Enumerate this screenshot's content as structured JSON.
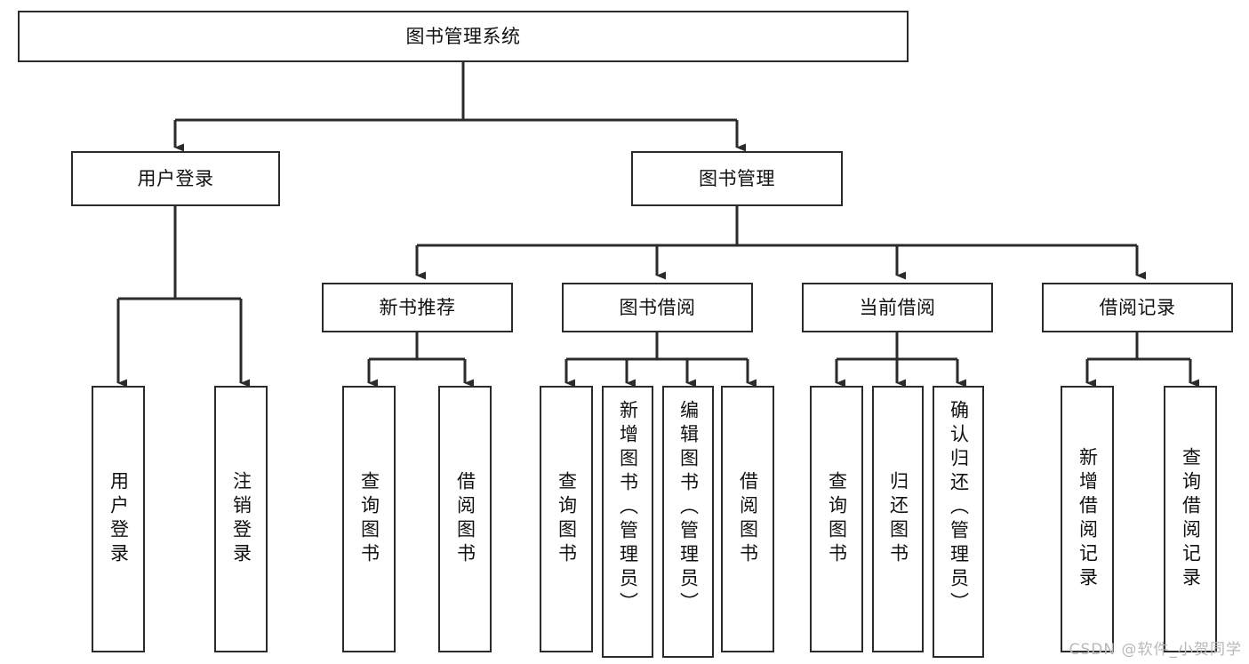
{
  "diagram": {
    "title": "图书管理系统",
    "type": "tree-hierarchy",
    "root": {
      "label": "图书管理系统"
    },
    "level2": [
      {
        "label": "用户登录"
      },
      {
        "label": "图书管理"
      }
    ],
    "level3": [
      {
        "label": "新书推荐"
      },
      {
        "label": "图书借阅"
      },
      {
        "label": "当前借阅"
      },
      {
        "label": "借阅记录"
      }
    ],
    "leaves": {
      "user_login": [
        {
          "label": "用户登录"
        },
        {
          "label": "注销登录"
        }
      ],
      "new_book_recommend": [
        {
          "label": "查询图书"
        },
        {
          "label": "借阅图书"
        }
      ],
      "book_borrow": [
        {
          "label": "查询图书"
        },
        {
          "label": "新增图书（管理员）"
        },
        {
          "label": "编辑图书（管理员）"
        },
        {
          "label": "借阅图书"
        }
      ],
      "current_borrow": [
        {
          "label": "查询图书"
        },
        {
          "label": "归还图书"
        },
        {
          "label": "确认归还（管理员）"
        }
      ],
      "borrow_record": [
        {
          "label": "新增借阅记录"
        },
        {
          "label": "查询借阅记录"
        }
      ]
    }
  },
  "watermark": {
    "text": "CSDN @软件_小贺同学"
  },
  "colors": {
    "stroke": "#2b2b2b",
    "box_fill": "#ffffff",
    "text": "#111111",
    "watermark": "#b9b9b9",
    "page_background": "#ffffff"
  }
}
